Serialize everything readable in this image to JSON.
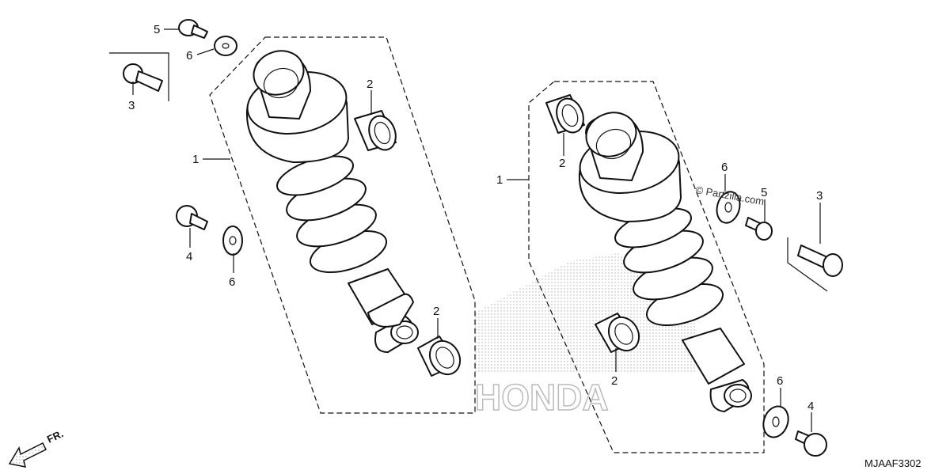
{
  "callouts": {
    "n1": "1",
    "n2": "2",
    "n3": "3",
    "n4": "4",
    "n5": "5",
    "n6": "6"
  },
  "direction_label": "FR.",
  "diagram_code": "MJAAF3302",
  "watermark": "© Partzilla.com",
  "brand_watermark": "HONDA"
}
